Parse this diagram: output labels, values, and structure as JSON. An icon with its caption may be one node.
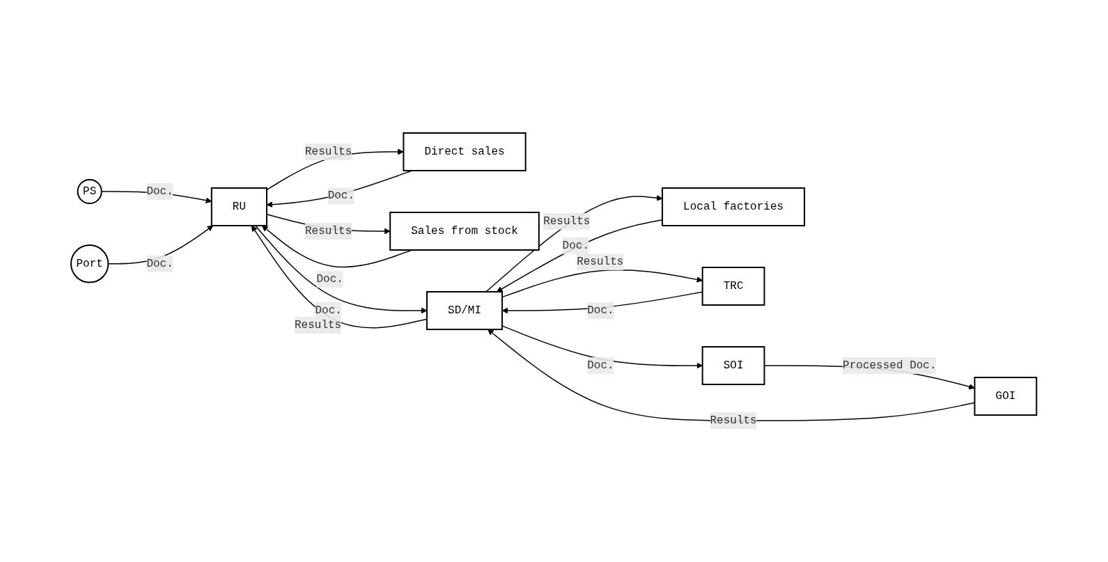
{
  "diagram": {
    "nodes": [
      {
        "text": [
          "PS"
        ]
      },
      {
        "text": [
          "Port"
        ]
      },
      {
        "text": [
          "Direct sales"
        ]
      },
      {
        "text": [
          "Sales from stock"
        ]
      },
      {
        "text": [
          "RU"
        ]
      },
      {
        "text": [
          "Local factories"
        ]
      },
      {
        "text": [
          "TRC"
        ]
      },
      {
        "text": [
          "SD/MI"
        ]
      },
      {
        "text": [
          "SOI"
        ]
      },
      {
        "text": [
          "GOI"
        ]
      }
    ],
    "edges": [
      {
        "from": 0,
        "to": 4,
        "arrow": "to",
        "label": "Doc."
      },
      {
        "from": 1,
        "to": 4,
        "arrow": "to",
        "label": "Doc."
      },
      {
        "from": 2,
        "to": 4,
        "arrow": "to",
        "label": "Doc."
      },
      {
        "from": 4,
        "to": 2,
        "arrow": "to",
        "label": "Results"
      },
      {
        "from": 4,
        "to": 3,
        "arrow": "to",
        "label": "Results"
      },
      {
        "from": 3,
        "to": 4,
        "arrow": "to",
        "label": "Doc."
      },
      {
        "from": 4,
        "to": 7,
        "arrow": "to",
        "label": "Doc."
      },
      {
        "from": 7,
        "to": 5,
        "arrow": "to",
        "label": "Results"
      },
      {
        "from": 5,
        "to": 7,
        "arrow": "to",
        "label": "Doc."
      },
      {
        "from": 7,
        "to": 6,
        "arrow": "to",
        "label": "Results"
      },
      {
        "from": 6,
        "to": 7,
        "arrow": "to",
        "label": "Doc."
      },
      {
        "from": 7,
        "to": 8,
        "arrow": "to",
        "label": "Doc."
      },
      {
        "from": 8,
        "to": 9,
        "arrow": "to",
        "label": "Processed Doc."
      },
      {
        "from": 7,
        "to": 4,
        "arrow": "to",
        "label": "Results"
      },
      {
        "from": 9,
        "to": 7,
        "arrow": "to",
        "label": "Results"
      }
    ]
  }
}
